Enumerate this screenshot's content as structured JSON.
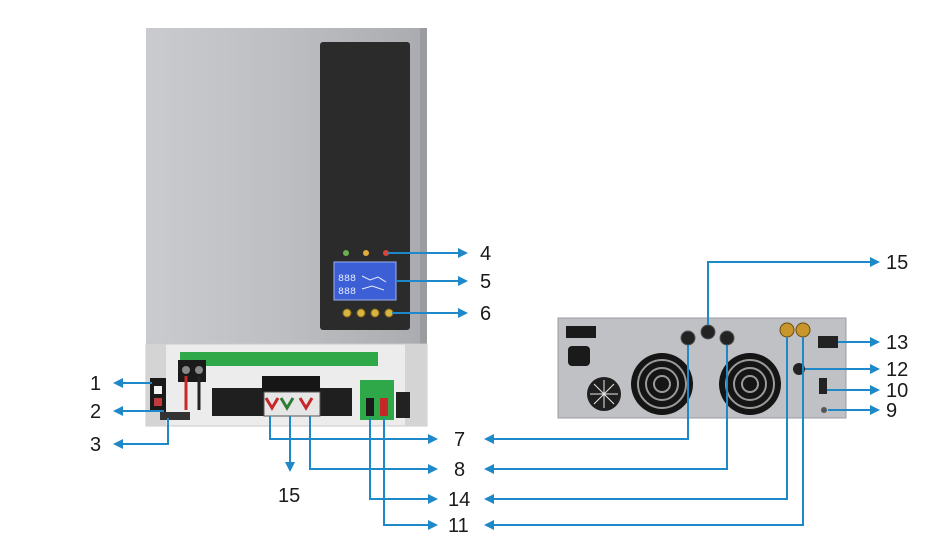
{
  "callouts": {
    "c1": "1",
    "c2": "2",
    "c3": "3",
    "c4": "4",
    "c5": "5",
    "c6": "6",
    "c7": "7",
    "c8": "8",
    "c9": "9",
    "c10": "10",
    "c11": "11",
    "c12": "12",
    "c13": "13",
    "c14": "14",
    "c15_top": "15",
    "c15_bottom": "15"
  },
  "colors": {
    "callout_line": "#1e88c8",
    "front_panel": "#b9bbbe",
    "display_panel": "#2b2b2b",
    "lcd": "#3c5fd6",
    "terminal_strip": "#2fa84a"
  }
}
